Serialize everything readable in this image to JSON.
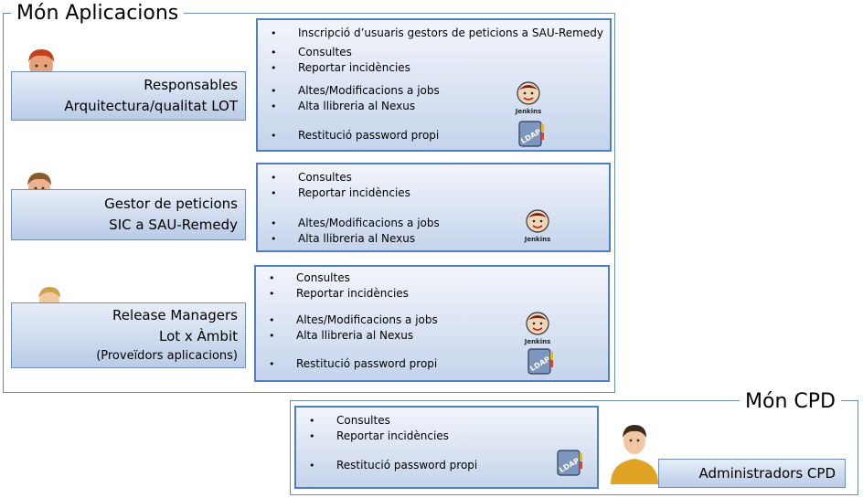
{
  "mon_aplicacions": {
    "title": "Món Aplicacions"
  },
  "mon_cpd": {
    "title": "Món CPD"
  },
  "roles": [
    {
      "lines": [
        "Responsables",
        "Arquitectura/qualitat LOT"
      ],
      "permissions": [
        "Inscripció d’usuaris gestors de peticions a SAU-Remedy",
        "Consultes",
        "Reportar incidències",
        "Altes/Modificacions a jobs",
        "Alta llibreria al Nexus",
        "Restitució password propi"
      ]
    },
    {
      "lines": [
        "Gestor de peticions",
        "SIC a SAU-Remedy"
      ],
      "permissions": [
        "Consultes",
        "Reportar incidències",
        "Altes/Modificacions a jobs",
        "Alta llibreria al Nexus"
      ]
    },
    {
      "lines": [
        "Release Managers",
        "Lot x Àmbit"
      ],
      "note": "(Proveïdors aplicacions)",
      "permissions": [
        "Consultes",
        "Reportar incidències",
        "Altes/Modificacions a jobs",
        "Alta llibreria al Nexus",
        "Restitució password propi"
      ]
    },
    {
      "lines": [
        "Administradors CPD"
      ],
      "permissions": [
        "Consultes",
        "Reportar incidències",
        "Restitució password propi"
      ]
    }
  ],
  "icons": {
    "jenkins_label": "Jenkins",
    "ldap_label": "LDAP"
  },
  "bullet": "•"
}
